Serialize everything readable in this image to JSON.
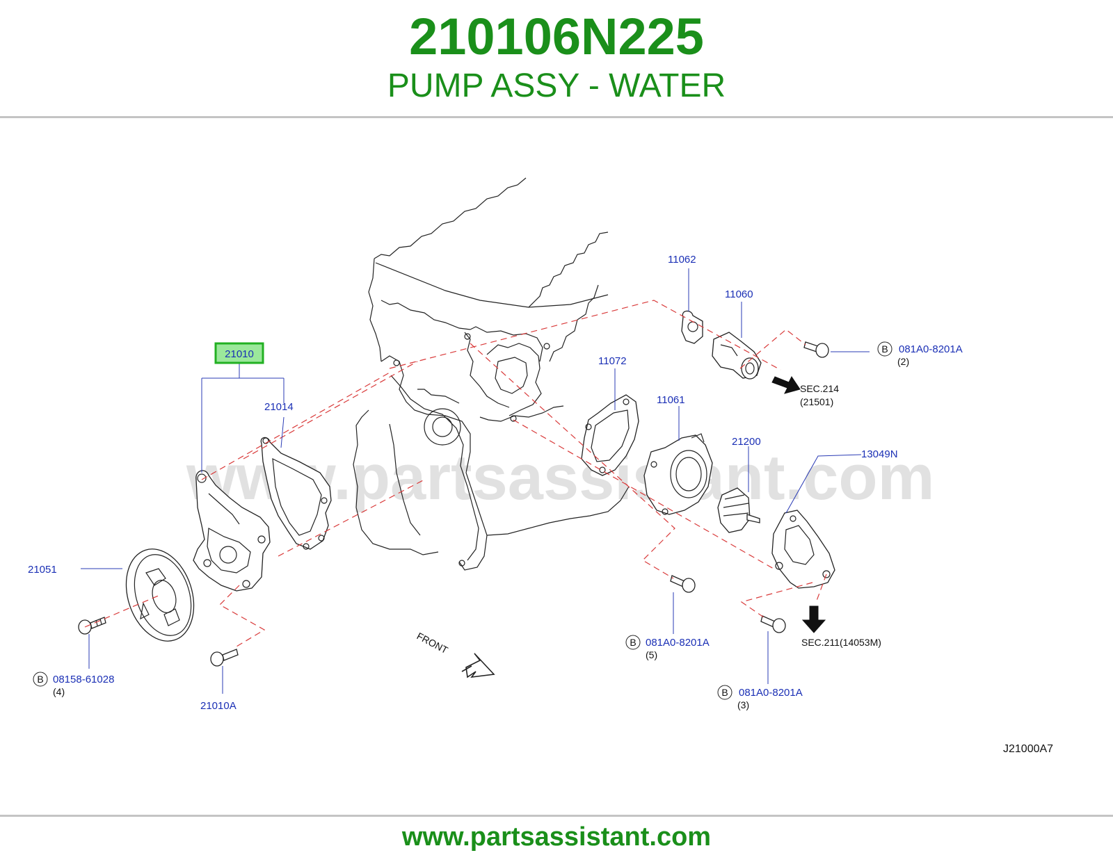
{
  "header": {
    "part_number": "210106N225",
    "part_name": "PUMP ASSY - WATER"
  },
  "watermark": "www.partsassistant.com",
  "footer": {
    "url": "www.partsassistant.com"
  },
  "diagram_code": "J21000A7",
  "front_label": "FRONT",
  "bolt_marker": "B",
  "callouts": {
    "p21010": "21010",
    "p21014": "21014",
    "p21051": "21051",
    "p21010A": "21010A",
    "p11062": "11062",
    "p11060": "11060",
    "p11072": "11072",
    "p11061": "11061",
    "p21200": "21200",
    "p13049N": "13049N"
  },
  "bolts": {
    "b08158": {
      "part": "08158-61028",
      "qty": "(4)"
    },
    "b081A0_2": {
      "part": "081A0-8201A",
      "qty": "(2)"
    },
    "b081A0_5": {
      "part": "081A0-8201A",
      "qty": "(5)"
    },
    "b081A0_3": {
      "part": "081A0-8201A",
      "qty": "(3)"
    }
  },
  "section_refs": {
    "sec214": "SEC.214",
    "sec214_sub": "(21501)",
    "sec211": "SEC.211(14053M)"
  },
  "colors": {
    "header_green": "#1a8f1a",
    "callout_blue": "#1a2fb5",
    "highlight_border": "#22b022",
    "highlight_fill": "#9be89b",
    "dashed_red": "#d93a3a"
  }
}
